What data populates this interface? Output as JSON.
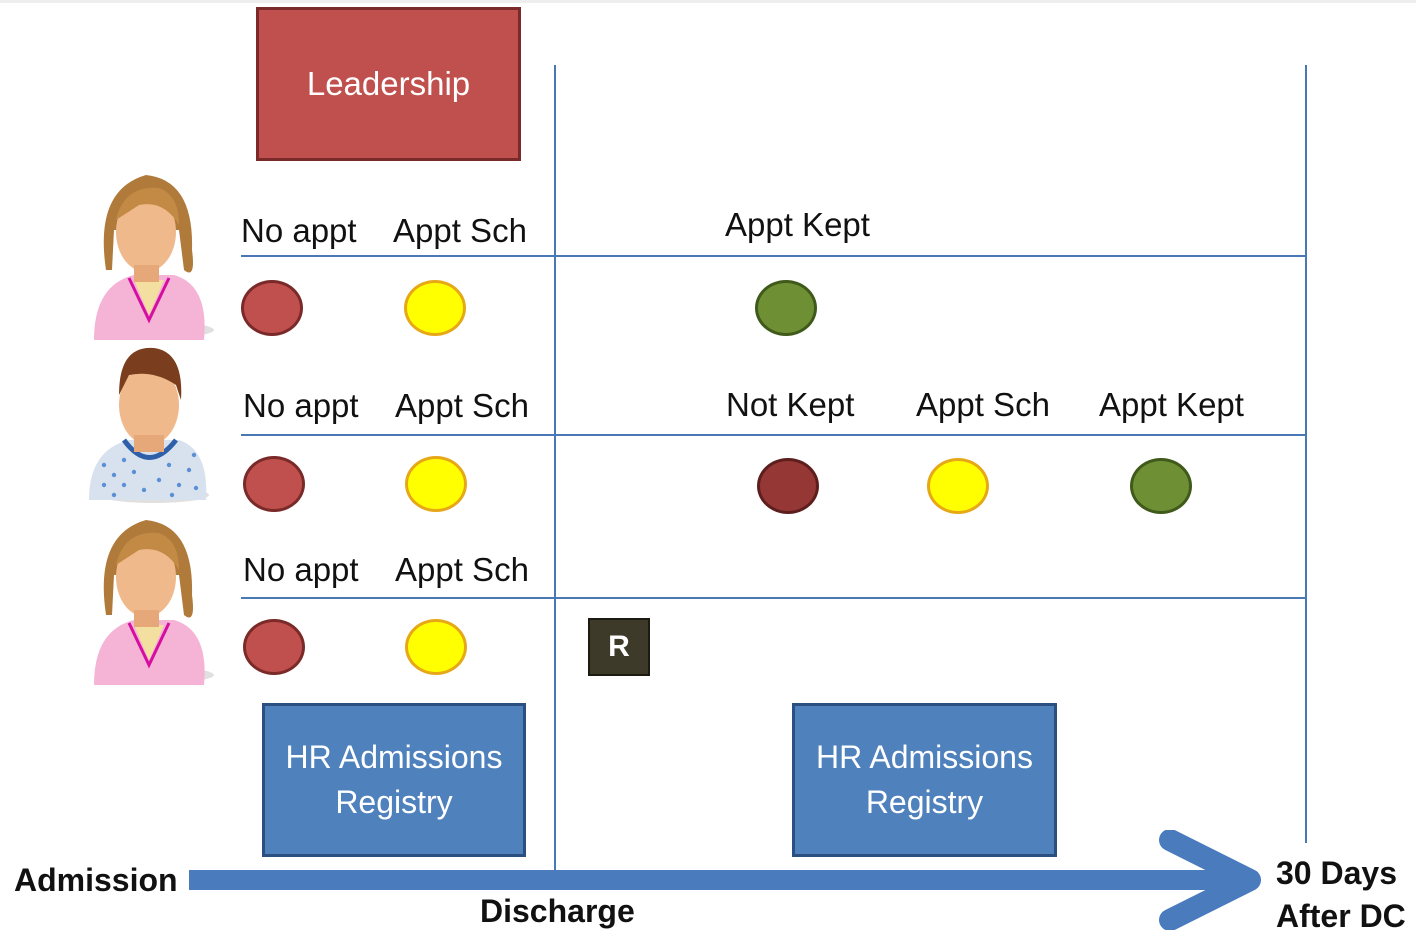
{
  "header": {
    "leadership": "Leadership"
  },
  "patients": [
    {
      "labels": [
        "No appt",
        "Appt Sch",
        "Appt Kept"
      ],
      "statuses": [
        "no-appt",
        "appt-sch",
        "appt-kept"
      ]
    },
    {
      "labels": [
        "No appt",
        "Appt Sch",
        "Not Kept",
        "Appt Sch",
        "Appt Kept"
      ],
      "statuses": [
        "no-appt",
        "appt-sch",
        "not-kept",
        "appt-sch",
        "appt-kept"
      ]
    },
    {
      "labels": [
        "No appt",
        "Appt Sch"
      ],
      "statuses": [
        "no-appt",
        "appt-sch"
      ],
      "marker": "R"
    }
  ],
  "registry_boxes": [
    "HR Admissions\nRegistry",
    "HR Admissions\nRegistry"
  ],
  "timeline": {
    "start": "Admission",
    "middle": "Discharge",
    "end": "30 Days\nAfter DC"
  },
  "colors": {
    "line": "#4a78b5",
    "no_appt": "#c0504d",
    "appt_sch": "#ffff00",
    "appt_kept": "#6f8f35",
    "not_kept": "#953734",
    "leadership": "#c0504d",
    "registry": "#4f81bd"
  }
}
